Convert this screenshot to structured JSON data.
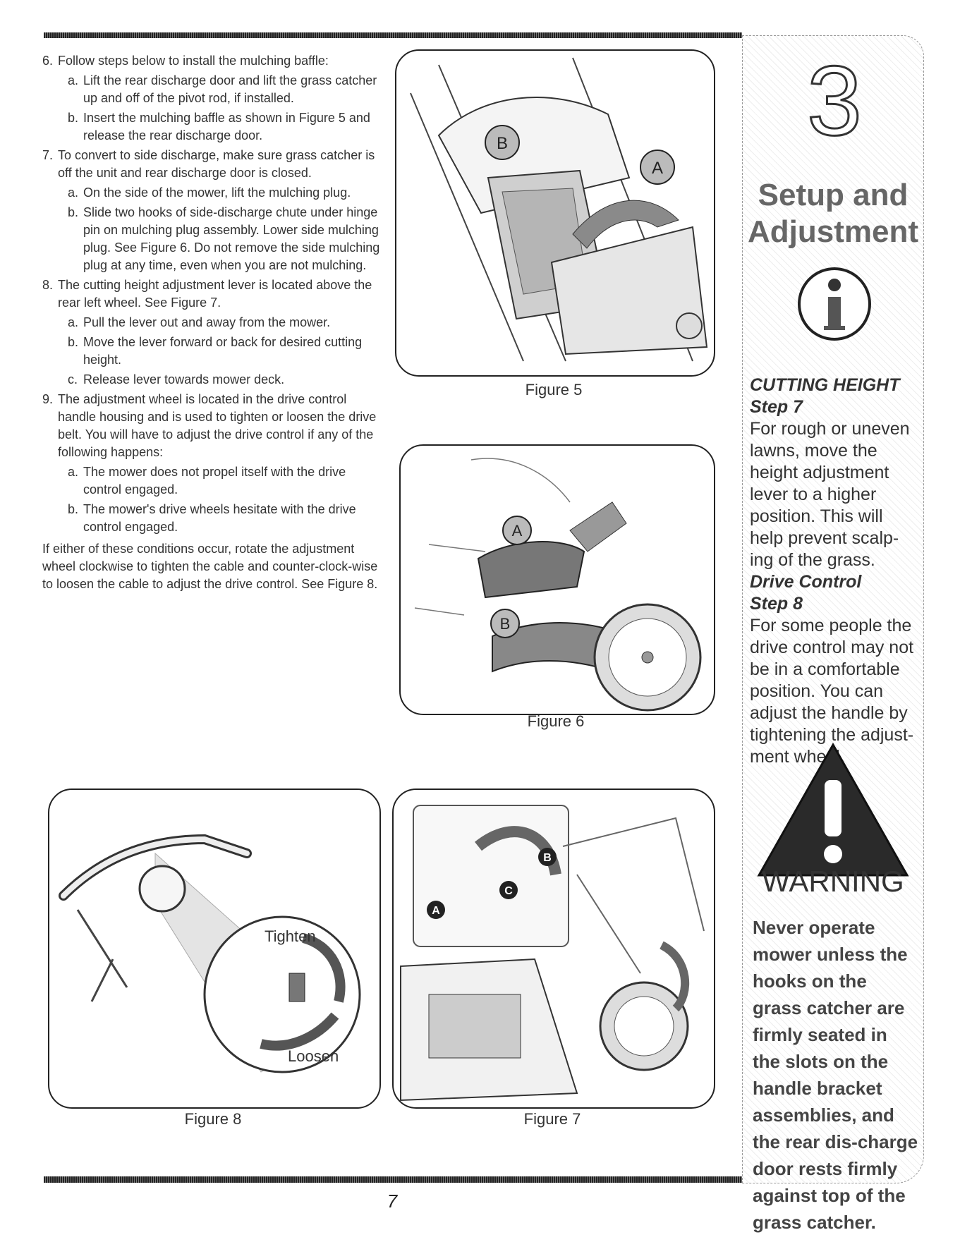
{
  "instructions": {
    "s6": "6.",
    "s6_text": "Follow steps below to install the mulching baffle:",
    "s6a": "a.",
    "s6a_text": "Lift the rear discharge door and lift the grass catcher up and off of the pivot rod, if installed.",
    "s6b": "b.",
    "s6b_text": "Insert the mulching baffle as shown in Figure 5 and release the rear discharge door.",
    "s7": "7.",
    "s7_text": "To convert to side discharge, make sure grass catcher is off the unit and rear discharge door is closed.",
    "s7a": "a.",
    "s7a_text": "On the side of the mower, lift the mulching plug.",
    "s7b": "b.",
    "s7b_text": "Slide two hooks of side-discharge chute under hinge pin on mulching plug assembly. Lower side mulching plug. See Figure 6. Do not remove the side mulching plug at any time, even when you are not mulching.",
    "s8": "8.",
    "s8_text": "The cutting height adjustment lever is located above the rear left wheel. See Figure 7.",
    "s8a": "a.",
    "s8a_text": "Pull the lever out and away from the mower.",
    "s8b": "b.",
    "s8b_text": "Move the lever forward or back for desired cutting height.",
    "s8c": "c.",
    "s8c_text": "Release lever towards mower deck.",
    "s9": "9.",
    "s9_text": "The adjustment wheel is located in the drive control handle housing and is used to tighten or loosen the drive belt. You will have to adjust the drive control if any of the following happens:",
    "s9a": "a.",
    "s9a_text": "The mower does not propel itself with the drive control engaged.",
    "s9b": "b.",
    "s9b_text": "The mower's drive wheels hesitate with the drive control engaged.",
    "closing": "If either of these conditions occur, rotate the adjustment wheel clockwise to tighten the cable and counter-clock-wise to loosen the cable to adjust the drive control. See Figure 8."
  },
  "figures": {
    "fig5": {
      "caption": "Figure 5",
      "callout_a": "A",
      "callout_b": "B"
    },
    "fig6": {
      "caption": "Figure 6",
      "callout_a": "A",
      "callout_b": "B"
    },
    "fig7": {
      "caption": "Figure 7",
      "callout_a": "A",
      "callout_b": "B",
      "callout_c": "C"
    },
    "fig8": {
      "caption": "Figure 8",
      "tighten": "Tighten",
      "loosen": "Loosen"
    }
  },
  "sidebar": {
    "chapter_number": "3",
    "title_line1": "Setup and",
    "title_line2": "Adjustment",
    "cutting_heading": "CUTTING HEIGHT",
    "cutting_step": "Step 7",
    "cutting_text": "For rough or uneven lawns, move the height adjustment lever to a higher position. This will help prevent scalp-ing of the grass.",
    "drive_heading": "Drive Control",
    "drive_step": "Step 8",
    "drive_text": "For some people the drive control may not be in a comfortable position. You can adjust the handle by tightening the adjust-ment wheel.",
    "warning_title": "WARNING",
    "warning_text": "Never operate mower unless the hooks on the grass catcher are firmly seated in the slots on the handle bracket assemblies, and the rear dis-charge door rests firmly against top of the grass catcher."
  },
  "page_number": "7",
  "icons": {
    "info": "info-icon",
    "warning": "warning-triangle-icon"
  }
}
